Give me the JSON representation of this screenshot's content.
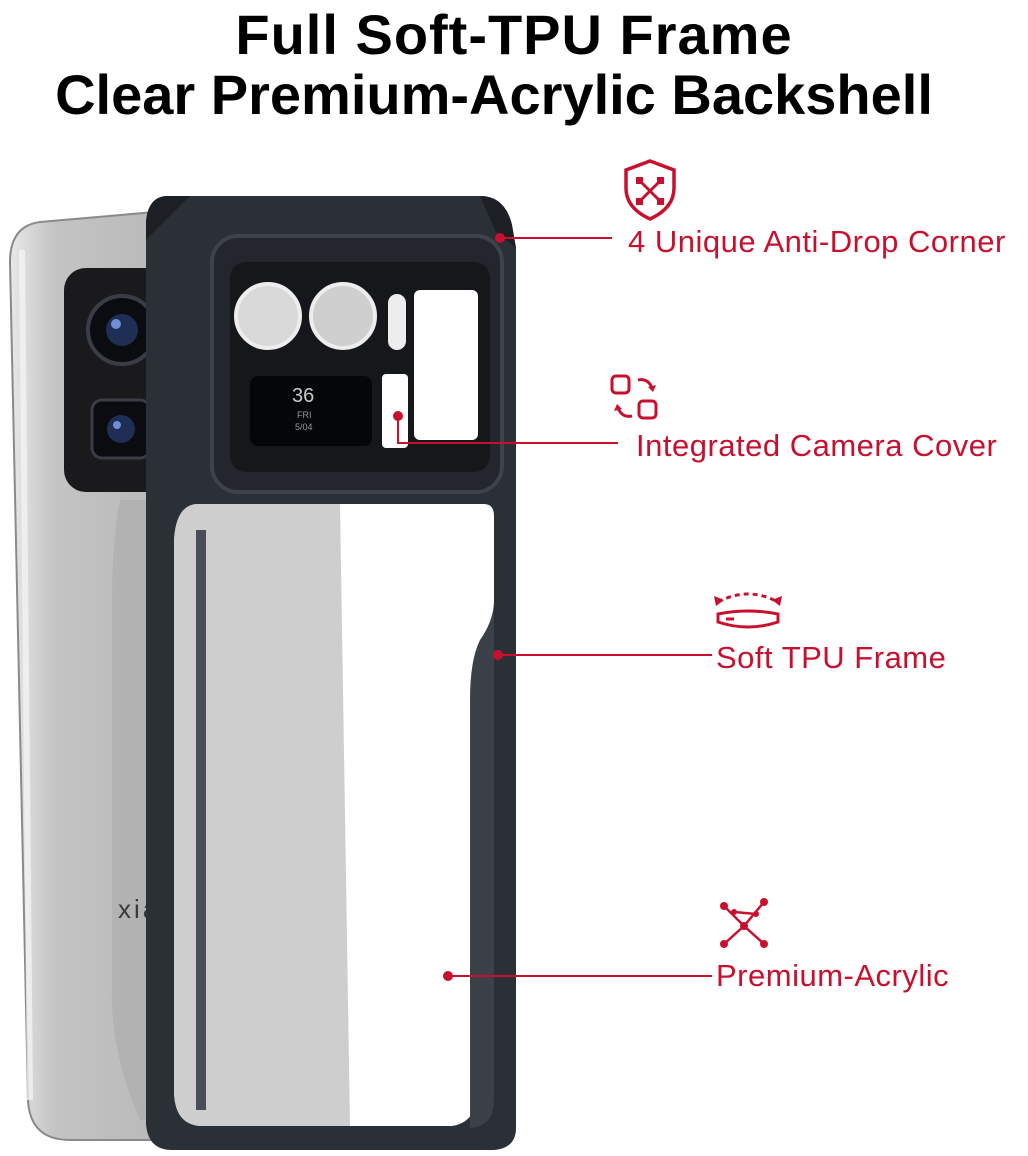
{
  "header": {
    "line1": "Full Soft-TPU Frame",
    "line2": "Clear Premium-Acrylic Backshell"
  },
  "colors": {
    "accent": "#c8102e",
    "frame": "#2b2f36",
    "phone_body": "#c9c9c9"
  },
  "phone": {
    "brand_text": "xiaomi",
    "clock_digits": "36",
    "clock_day": "FRI",
    "clock_date": "5/04"
  },
  "features": [
    {
      "label": "4 Unique Anti-Drop Corner",
      "icon": "shield-icon"
    },
    {
      "label": "Integrated Camera Cover",
      "icon": "rotate-squares-icon"
    },
    {
      "label": "Soft TPU Frame",
      "icon": "flex-bend-icon"
    },
    {
      "label": "Premium-Acrylic",
      "icon": "molecule-icon"
    }
  ]
}
